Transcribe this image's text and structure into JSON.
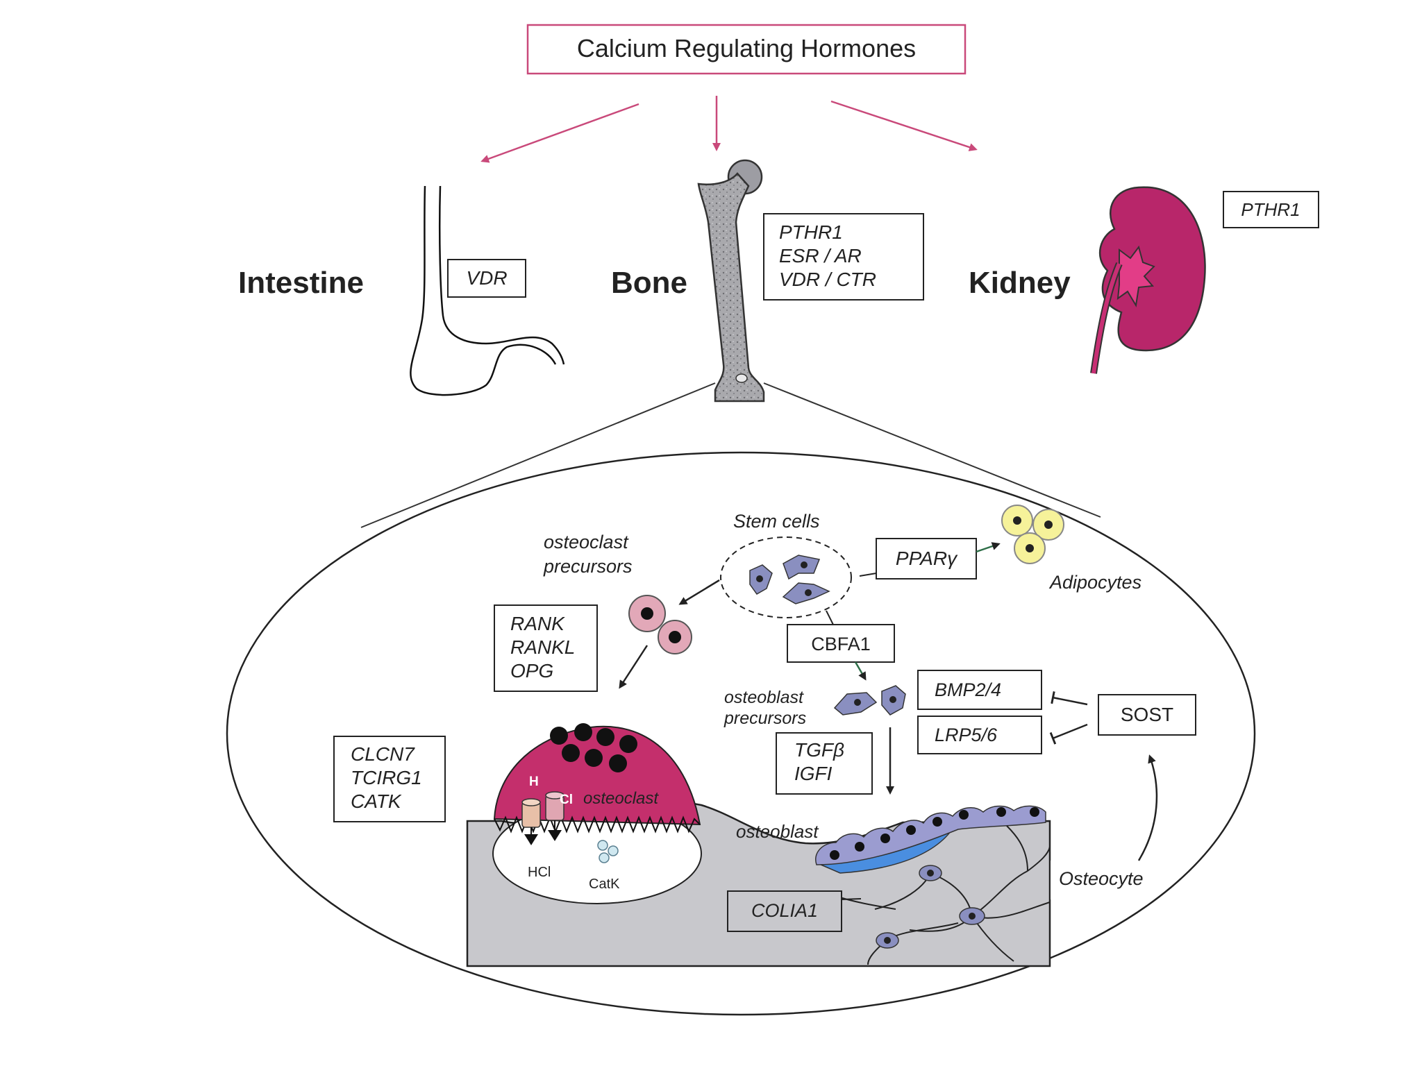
{
  "title": "Calcium Regulating Hormones",
  "organs": {
    "intestine": {
      "label": "Intestine",
      "receptors": [
        "VDR"
      ]
    },
    "bone": {
      "label": "Bone",
      "receptors": [
        "PTHR1",
        "ESR / AR",
        "VDR / CTR"
      ]
    },
    "kidney": {
      "label": "Kidney",
      "receptors": [
        "PTHR1"
      ]
    }
  },
  "detail": {
    "stem_cells": "Stem cells",
    "osteoclast_precursors": [
      "osteoclast",
      "precursors"
    ],
    "ppar": "PPARγ",
    "adipocytes": "Adipocytes",
    "rank_box": [
      "RANK",
      "RANKL",
      "OPG"
    ],
    "cbfa1": "CBFA1",
    "osteoblast_precursors": [
      "osteoblast",
      "precursors"
    ],
    "bmp": "BMP2/4",
    "lrp": "LRP5/6",
    "sost": "SOST",
    "tgf_box": [
      "TGFβ",
      "IGFI"
    ],
    "clcn_box": [
      "CLCN7",
      "TCIRG1",
      "CATK"
    ],
    "osteoclast": "osteoclast",
    "h_label": "H",
    "cl_label": "Cl",
    "hcl": "HCl",
    "catk": "CatK",
    "osteoblast": "osteoblast",
    "osteocyte": "Osteocyte",
    "colia1": "COLIA1"
  },
  "colors": {
    "hormone_arrow": "#c9497a",
    "kidney": "#b8266a",
    "osteoclast": "#c42f6c",
    "adipocyte": "#f6f29a",
    "cell_blue": "#8a8fc0",
    "bone_matrix": "#c8c8cc",
    "osteoid_blue": "#4a8ee0"
  }
}
